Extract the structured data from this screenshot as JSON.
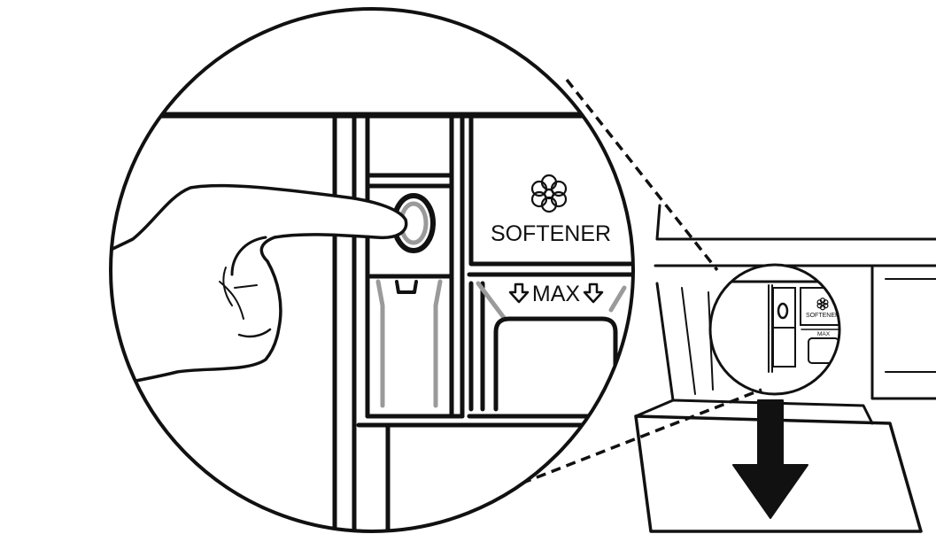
{
  "labels": {
    "softener_zoom": "SOFTENER",
    "max_zoom": "MAX",
    "softener_small": "SOFTENER",
    "max_small": "MAX"
  },
  "icons": [
    "flower-softener-icon",
    "max-fill-arrow-icon",
    "release-button-icon",
    "pull-down-arrow-icon",
    "pointing-hand-icon"
  ],
  "colors": {
    "ink": "#111111",
    "fill_gray": "#9a9a9a",
    "paper": "#ffffff"
  }
}
